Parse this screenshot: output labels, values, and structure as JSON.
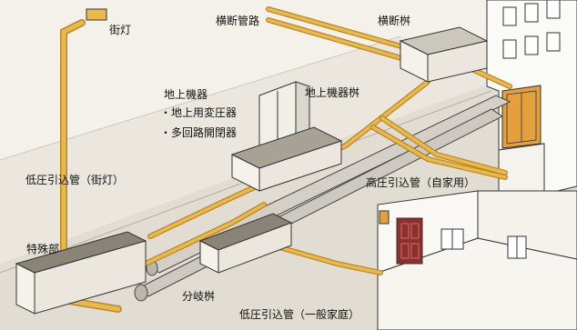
{
  "labels": {
    "street_light": "街灯",
    "crossing_pipe": "横断管路",
    "crossing_pit": "横断桝",
    "ground_equipment": "地上機器",
    "ground_transformer": "・地上用変圧器",
    "multi_switch": "・多回路開閉器",
    "ground_equipment_pit": "地上機器桝",
    "lv_service_streetlight": "低圧引込管（街灯）",
    "special_section": "特殊部",
    "hv_service": "高圧引込管（自家用）",
    "branch_pit": "分岐桝",
    "lv_service_home": "低圧引込管（一般家庭）"
  },
  "colors": {
    "pipe": "#e9b949",
    "pipe_dark": "#b8872a",
    "background": "#f4f1ea",
    "road": "#e5e1d8",
    "outline": "#222222",
    "door": "#8f2f2c",
    "panel": "#e4a03c"
  }
}
